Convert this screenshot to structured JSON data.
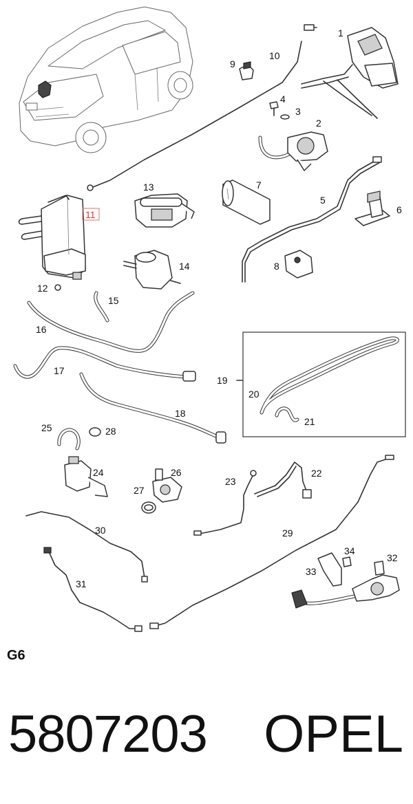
{
  "callouts": [
    {
      "id": "1",
      "label": "1"
    },
    {
      "id": "2",
      "label": "2"
    },
    {
      "id": "3",
      "label": "3"
    },
    {
      "id": "4",
      "label": "4"
    },
    {
      "id": "5",
      "label": "5"
    },
    {
      "id": "6",
      "label": "6"
    },
    {
      "id": "7",
      "label": "7"
    },
    {
      "id": "8",
      "label": "8"
    },
    {
      "id": "9",
      "label": "9"
    },
    {
      "id": "10",
      "label": "10"
    },
    {
      "id": "11",
      "label": "11"
    },
    {
      "id": "12",
      "label": "12"
    },
    {
      "id": "13",
      "label": "13"
    },
    {
      "id": "14",
      "label": "14"
    },
    {
      "id": "15",
      "label": "15"
    },
    {
      "id": "16",
      "label": "16"
    },
    {
      "id": "17",
      "label": "17"
    },
    {
      "id": "18",
      "label": "18"
    },
    {
      "id": "19",
      "label": "19"
    },
    {
      "id": "20",
      "label": "20"
    },
    {
      "id": "21",
      "label": "21"
    },
    {
      "id": "22",
      "label": "22"
    },
    {
      "id": "23",
      "label": "23"
    },
    {
      "id": "24",
      "label": "24"
    },
    {
      "id": "25",
      "label": "25"
    },
    {
      "id": "26",
      "label": "26"
    },
    {
      "id": "27",
      "label": "27"
    },
    {
      "id": "28",
      "label": "28"
    },
    {
      "id": "29",
      "label": "29"
    },
    {
      "id": "30",
      "label": "30"
    },
    {
      "id": "31",
      "label": "31"
    },
    {
      "id": "32",
      "label": "32"
    },
    {
      "id": "33",
      "label": "33"
    },
    {
      "id": "34",
      "label": "34"
    }
  ],
  "highlighted_callout": "11",
  "highlight_color": "#d43a3a",
  "view_code": "G6",
  "part_number": "5807203",
  "brand": "OPEL"
}
